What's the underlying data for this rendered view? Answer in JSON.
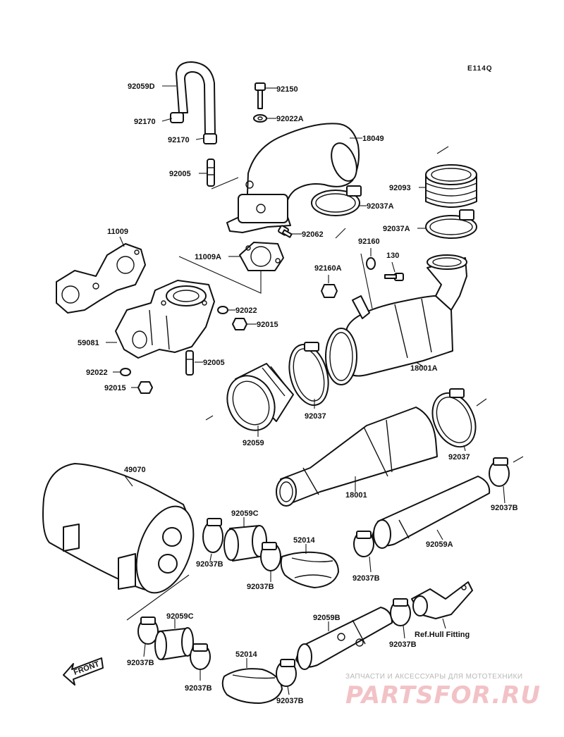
{
  "diagram": {
    "code": "E114Q",
    "front_label": "FRONT",
    "labels": {
      "p92059D": "92059D",
      "p92150": "92150",
      "p92170a": "92170",
      "p92022A": "92022A",
      "p92170b": "92170",
      "p18049": "18049",
      "p92005a": "92005",
      "p92093": "92093",
      "p92037Aa": "92037A",
      "p92037Ab": "92037A",
      "p11009": "11009",
      "p92062": "92062",
      "p92160": "92160",
      "p11009A": "11009A",
      "p130": "130",
      "p92160A": "92160A",
      "p92022a": "92022",
      "p92015a": "92015",
      "p59081": "59081",
      "p92005b": "92005",
      "p18001A": "18001A",
      "p92022b": "92022",
      "p92015b": "92015",
      "p92037a": "92037",
      "p92059": "92059",
      "p92037b": "92037",
      "p49070": "49070",
      "p18001": "18001",
      "p92037Ba": "92037B",
      "p92059Ca": "92059C",
      "p52014a": "52014",
      "p92059A": "92059A",
      "p92037Bb": "92037B",
      "p92037Bc": "92037B",
      "p92037Bd": "92037B",
      "p92059Cb": "92059C",
      "p92059B": "92059B",
      "p92037Be": "92037B",
      "ref_hull": "Ref.Hull Fitting",
      "p92037Bf": "92037B",
      "p52014b": "52014",
      "p92037Bg": "92037B",
      "p92037Bh": "92037B"
    }
  },
  "watermark": {
    "top_text": "ЗАПЧАСТИ И АКСЕССУАРЫ ДЛЯ МОТОТЕХНИКИ",
    "logo_text": "PARTSFOR.RU"
  }
}
